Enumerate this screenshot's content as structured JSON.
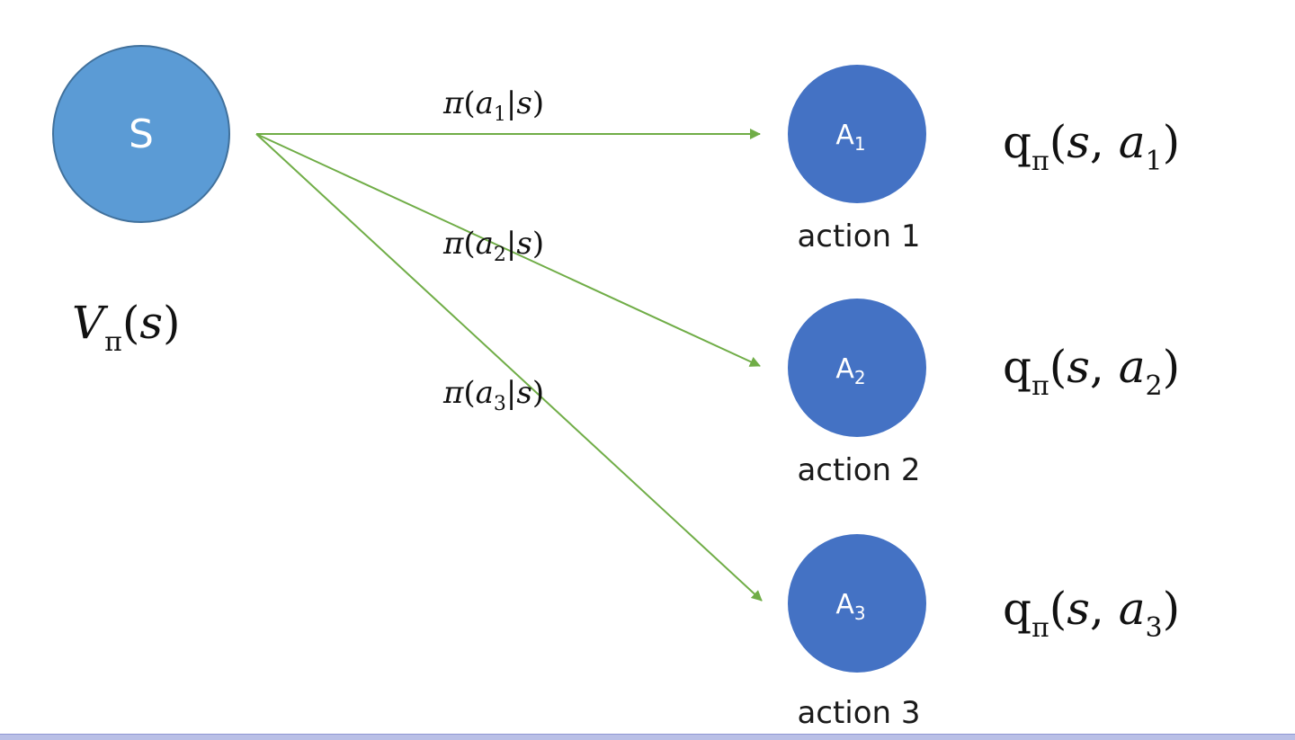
{
  "colors": {
    "state_fill": "#5b9bd5",
    "state_stroke": "#41719c",
    "action_fill": "#4472c4",
    "arrow": "#70ad47"
  },
  "state": {
    "letter": "S",
    "value_label": {
      "main": "V",
      "sub": "π",
      "open": "(",
      "arg": "s",
      "close": ")"
    }
  },
  "actions": [
    {
      "letter": "A",
      "index": "1",
      "caption": "action 1",
      "policy": {
        "pi": "π",
        "open": "(",
        "a": "a",
        "sub": "1",
        "mid": "|",
        "s": "s",
        "close": ")"
      },
      "q": {
        "q": "q",
        "sub": "π",
        "open": "(",
        "s": "s",
        "comma": ", ",
        "a": "a",
        "asub": "1",
        "close": ")"
      }
    },
    {
      "letter": "A",
      "index": "2",
      "caption": "action 2",
      "policy": {
        "pi": "π",
        "open": "(",
        "a": "a",
        "sub": "2",
        "mid": "|",
        "s": "s",
        "close": ")"
      },
      "q": {
        "q": "q",
        "sub": "π",
        "open": "(",
        "s": "s",
        "comma": ", ",
        "a": "a",
        "asub": "2",
        "close": ")"
      }
    },
    {
      "letter": "A",
      "index": "3",
      "caption": "action 3",
      "policy": {
        "pi": "π",
        "open": "(",
        "a": "a",
        "sub": "3",
        "mid": "|",
        "s": "s",
        "close": ")"
      },
      "q": {
        "q": "q",
        "sub": "π",
        "open": "(",
        "s": "s",
        "comma": ", ",
        "a": "a",
        "asub": "3",
        "close": ")"
      }
    }
  ]
}
